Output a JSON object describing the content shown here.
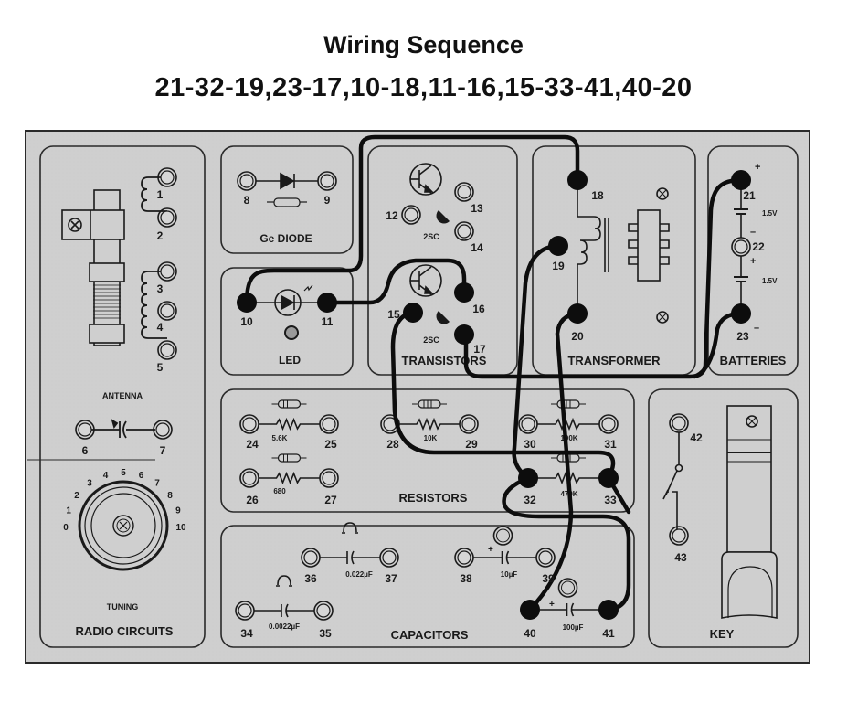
{
  "header": {
    "title": "Wiring Sequence",
    "sequence": "21-32-19,23-17,10-18,11-16,15-33-41,40-20"
  },
  "colors": {
    "board": "#cfcfcf",
    "ink": "#1a1a1a",
    "wire": "#0d0d0d",
    "background": "#ffffff"
  },
  "wiring": [
    [
      "21",
      "32",
      "19"
    ],
    [
      "23",
      "17"
    ],
    [
      "10",
      "18"
    ],
    [
      "11",
      "16"
    ],
    [
      "15",
      "33",
      "41"
    ],
    [
      "40",
      "20"
    ]
  ],
  "panels": {
    "radio": {
      "label": "RADIO CIRCUITS",
      "antenna_label": "ANTENNA",
      "tuning_label": "TUNING",
      "dial_ticks": [
        "0",
        "1",
        "2",
        "3",
        "4",
        "5",
        "6",
        "7",
        "8",
        "9",
        "10"
      ]
    },
    "diode": {
      "label": "Ge DIODE"
    },
    "led": {
      "label": "LED"
    },
    "transistors": {
      "label": "TRANSISTORS",
      "type_top": "2SC",
      "type_bottom": "2SC"
    },
    "transformer": {
      "label": "TRANSFORMER"
    },
    "batteries": {
      "label": "BATTERIES",
      "cell1": "1.5V",
      "cell2": "1.5V",
      "plus": "+",
      "minus": "–"
    },
    "resistors": {
      "label": "RESISTORS",
      "values": {
        "r24": "5.6K",
        "r26": "680",
        "r28": "10K",
        "r30": "100K",
        "r32": "470K"
      }
    },
    "capacitors": {
      "label": "CAPACITORS",
      "values": {
        "c34": "0.0022µF",
        "c36": "0.022µF",
        "c38": "10µF",
        "c40": "100µF"
      },
      "plus": "+"
    },
    "key": {
      "label": "KEY"
    }
  },
  "terminals": {
    "t1": "1",
    "t2": "2",
    "t3": "3",
    "t4": "4",
    "t5": "5",
    "t6": "6",
    "t7": "7",
    "t8": "8",
    "t9": "9",
    "t10": "10",
    "t11": "11",
    "t12": "12",
    "t13": "13",
    "t14": "14",
    "t15": "15",
    "t16": "16",
    "t17": "17",
    "t18": "18",
    "t19": "19",
    "t20": "20",
    "t21": "21",
    "t22": "22",
    "t23": "23",
    "t24": "24",
    "t25": "25",
    "t26": "26",
    "t27": "27",
    "t28": "28",
    "t29": "29",
    "t30": "30",
    "t31": "31",
    "t32": "32",
    "t33": "33",
    "t34": "34",
    "t35": "35",
    "t36": "36",
    "t37": "37",
    "t38": "38",
    "t39": "39",
    "t40": "40",
    "t41": "41",
    "t42": "42",
    "t43": "43"
  }
}
